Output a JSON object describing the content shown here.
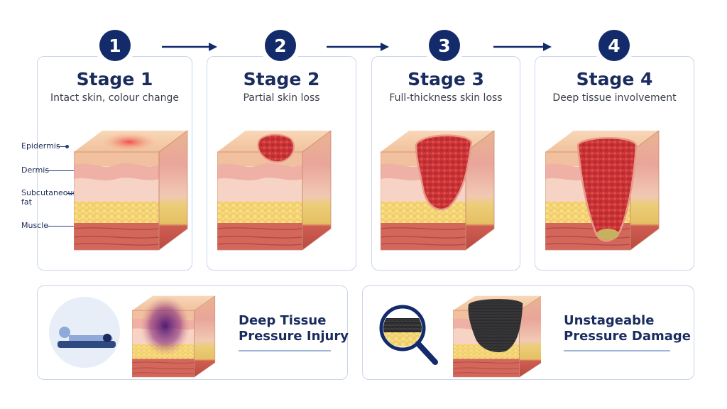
{
  "stages": [
    {
      "number": "1",
      "title": "Stage 1",
      "subtitle": "Intact skin, colour change"
    },
    {
      "number": "2",
      "title": "Stage 2",
      "subtitle": "Partial skin loss"
    },
    {
      "number": "3",
      "title": "Stage 3",
      "subtitle": "Full-thickness skin loss"
    },
    {
      "number": "4",
      "title": "Stage 4",
      "subtitle": "Deep tissue involvement"
    }
  ],
  "layer_labels": {
    "epidermis": "Epidermis",
    "dermis": "Dermis",
    "fat_line1": "Subcutaneous",
    "fat_line2": "fat",
    "muscle": "Muscle"
  },
  "bottom": {
    "dti_line1": "Deep Tissue",
    "dti_line2": "Pressure Injury",
    "uns_line1": "Unstageable",
    "uns_line2": "Pressure Damage"
  },
  "icons": {
    "patient": "lying-patient-icon",
    "magnifier": "magnifier-icon",
    "arrow": "arrow-right-icon"
  },
  "colors": {
    "navy": "#132a6b",
    "card_border": "#c9d6ea",
    "skin_top": "#f5c9a4",
    "dermis": "#f2b3aa",
    "fat": "#f6d77a",
    "muscle": "#d86a5e",
    "wound": "#cf3b3f",
    "bruise": "#6a2a8a",
    "eschar": "#2e2e30"
  }
}
